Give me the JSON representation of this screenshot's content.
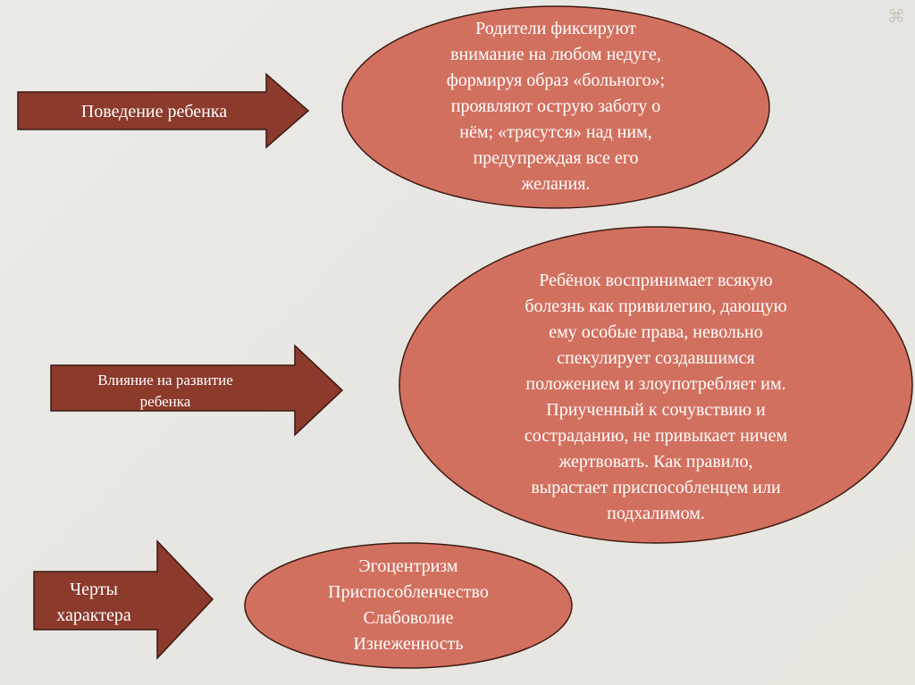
{
  "arrows": [
    {
      "label": "Поведение ребенка"
    },
    {
      "label": "Влияние на развитие ребенка"
    },
    {
      "label": "Черты характера"
    }
  ],
  "ellipses": [
    {
      "lines": [
        "Родители фиксируют",
        "внимание на любом недуге,",
        "формируя образ «больного»;",
        "проявляют острую заботу о",
        "нём; «трясутся» над ним,",
        "предупреждая все его",
        "желания."
      ]
    },
    {
      "lines": [
        "Ребёнок воспринимает всякую",
        "болезнь как привилегию, дающую",
        "ему особые права, невольно",
        "спекулирует создавшимся",
        "положением и злоупотребляет им.",
        "Приученный к сочувствию и",
        "состраданию, не привыкает ничем",
        "жертвовать. Как правило,",
        "вырастает приспособленцем или",
        "подхалимом."
      ]
    },
    {
      "lines": [
        "Эгоцентризм",
        "Приспособленчество",
        "Слабоволие",
        "Изнеженность"
      ]
    }
  ],
  "colors": {
    "arrow": "#8b3a2c",
    "ellipse": "#d2705f",
    "border": "#3b1a12"
  },
  "icons": {
    "corner": "command-icon"
  }
}
